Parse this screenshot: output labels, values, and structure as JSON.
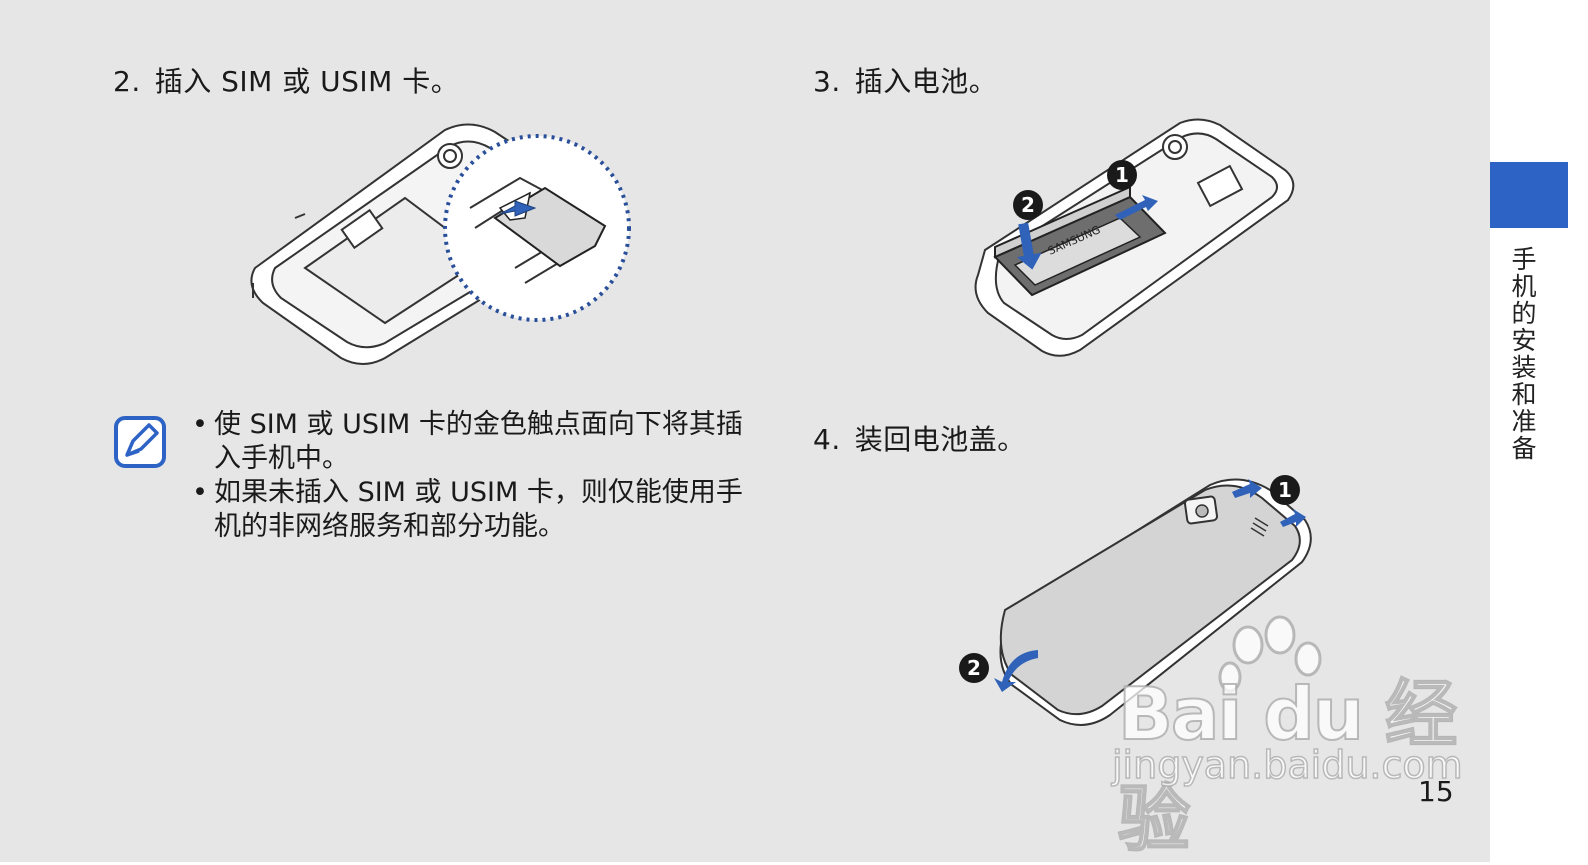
{
  "steps": [
    {
      "number": "2.",
      "title": "插入 SIM 或 USIM 卡。"
    },
    {
      "number": "3.",
      "title": "插入电池。"
    },
    {
      "number": "4.",
      "title": "装回电池盖。"
    }
  ],
  "note": {
    "icon": "note-pencil-icon",
    "bullets": [
      "使 SIM 或 USIM 卡的金色触点面向下将其插入手机中。",
      "如果未插入 SIM 或 USIM 卡，则仅能使用手机的非网络服务和部分功能。"
    ]
  },
  "illustrations": {
    "battery_brand": "SAMSUNG",
    "callouts": [
      "❶",
      "❷"
    ]
  },
  "sidebar": {
    "label": "手机的安装和准备"
  },
  "page_number": "15",
  "watermark": {
    "logo": "Bai du 经验",
    "url": "jingyan.baidu.com"
  },
  "colors": {
    "accent": "#2e63c6",
    "arrow": "#2f62b8",
    "page_bg": "#e6e6e6"
  }
}
